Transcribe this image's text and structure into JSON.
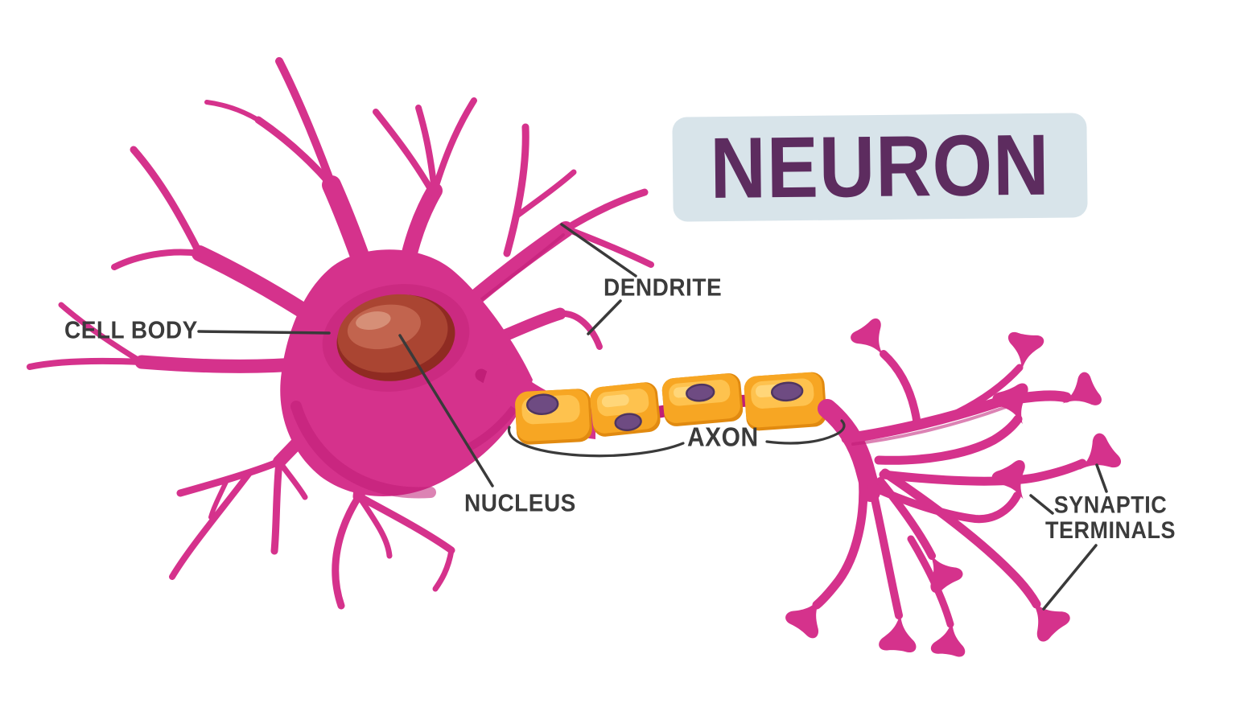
{
  "title": "NEURON",
  "labels": {
    "cell_body": "CELL BODY",
    "dendrite": "DENDRITE",
    "nucleus": "NUCLEUS",
    "axon": "AXON",
    "synaptic_terminals_line1": "SYNAPTIC",
    "synaptic_terminals_line2": "TERMINALS"
  },
  "colors": {
    "background": "#ffffff",
    "magenta": "#d5328c",
    "magenta_dark": "#c01e77",
    "halo": "#cb2a81",
    "nucleus_base": "#8f2b22",
    "nucleus_mid": "#aa4532",
    "nucleus_light": "#c2644e",
    "nucleus_gloss": "#d8937c",
    "myelin_dark": "#e18a10",
    "myelin_mid": "#f7a623",
    "myelin_light": "#fec24e",
    "myelin_pale": "#ffd87e",
    "myelin_nucleus": "#6e4b82",
    "myelin_nucleus_rim": "#4f3560",
    "title_box": "#d8e4ea",
    "title_ink": "#5d2c5f",
    "label_ink": "#3b3b3b",
    "line": "#3a3a3a"
  }
}
